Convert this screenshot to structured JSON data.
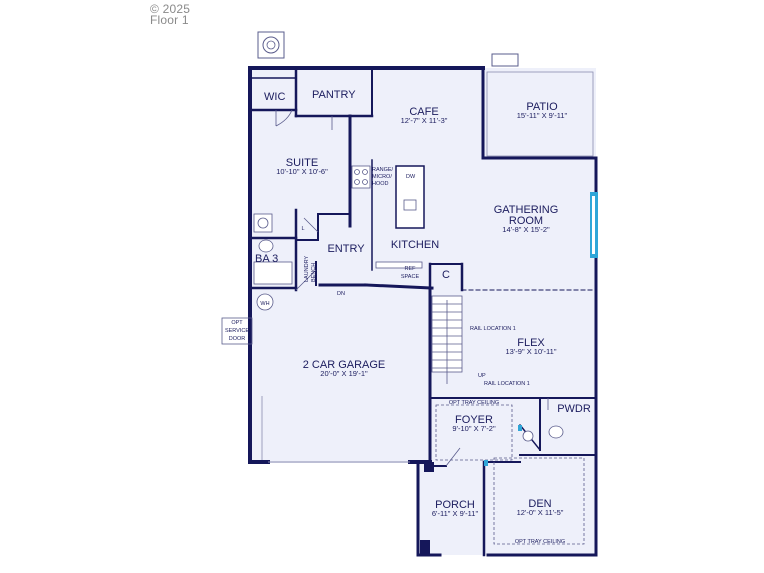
{
  "header": {
    "copyright": "© 2025",
    "floor": "Floor 1"
  },
  "colors": {
    "wall": "#15175a",
    "floor": "#eef0fa",
    "text": "#1b1c5e",
    "glass": "#2fa6d8",
    "line": "#5a5c8c"
  },
  "rooms": {
    "wic": {
      "name": "WIC"
    },
    "pantry": {
      "name": "PANTRY"
    },
    "cafe": {
      "name": "CAFE",
      "dim": "12'-7\" X 11'-3\""
    },
    "patio": {
      "name": "PATIO",
      "dim": "15'-11\" X 9'-11\""
    },
    "suite": {
      "name": "SUITE",
      "dim": "10'-10\" X 10'-6\""
    },
    "gathering": {
      "name1": "GATHERING",
      "name2": "ROOM",
      "dim": "14'-8\" X 15'-2\""
    },
    "kitchen": {
      "name": "KITCHEN"
    },
    "entry": {
      "name": "ENTRY"
    },
    "ba3": {
      "name": "BA 3"
    },
    "closet": {
      "name": "C"
    },
    "linen": {
      "name": "L"
    },
    "flex": {
      "name": "FLEX",
      "dim": "13'-9\" X 10'-11\""
    },
    "garage": {
      "name": "2 CAR GARAGE",
      "dim": "20'-0\" X 19'-1\""
    },
    "foyer": {
      "name": "FOYER",
      "dim": "9'-10\" X 7'-2\""
    },
    "pwdr": {
      "name": "PWDR"
    },
    "porch": {
      "name": "PORCH",
      "dim": "6'-11\" X 9'-11\""
    },
    "den": {
      "name": "DEN",
      "dim": "12'-0\" X 11'-5\""
    }
  },
  "notes": {
    "range": "RANGE/",
    "micro": "MICRO/",
    "hood": "HOOD",
    "dw": "DW",
    "ref1": "REF",
    "ref2": "SPACE",
    "opt_service1": "OPT",
    "opt_service2": "SERVICE",
    "opt_service3": "DOOR",
    "wh": "WH",
    "dn": "DN",
    "up": "UP",
    "rail1": "RAIL LOCATION 1",
    "rail2": "RAIL LOCATION 1",
    "opt_tray1": "OPT TRAY CEILING",
    "opt_tray2": "OPT TRAY CEILING",
    "laundry1": "LAUNDRY",
    "laundry2": "BENCH"
  }
}
